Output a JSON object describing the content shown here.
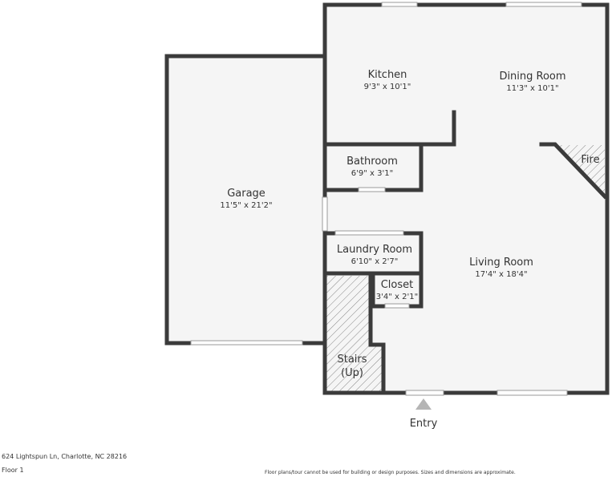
{
  "rooms": {
    "kitchen": {
      "name": "Kitchen",
      "dim": "9'3\" x 10'1\""
    },
    "dining": {
      "name": "Dining Room",
      "dim": "11'3\" x 10'1\""
    },
    "fire": {
      "name": "Fire"
    },
    "bathroom": {
      "name": "Bathroom",
      "dim": "6'9\" x 3'1\""
    },
    "garage": {
      "name": "Garage",
      "dim": "11'5\" x 21'2\""
    },
    "laundry": {
      "name": "Laundry Room",
      "dim": "6'10\" x 2'7\""
    },
    "living": {
      "name": "Living Room",
      "dim": "17'4\" x 18'4\""
    },
    "closet": {
      "name": "Closet",
      "dim": "3'4\" x 2'1\""
    },
    "stairs": {
      "line1": "Stairs",
      "line2": "(Up)"
    }
  },
  "entry": {
    "label": "Entry"
  },
  "footer": {
    "address": "624 Lightspun Ln, Charlotte, NC 28216",
    "floor": "Floor 1",
    "disclaimer": "Floor plans/tour cannot be used for building or design purposes. Sizes and dimensions are approximate."
  },
  "colors": {
    "wall": "#3b3b3b",
    "floor": "#f5f5f5",
    "hatch": "#888888",
    "entry_arrow": "#b5b5b5"
  }
}
